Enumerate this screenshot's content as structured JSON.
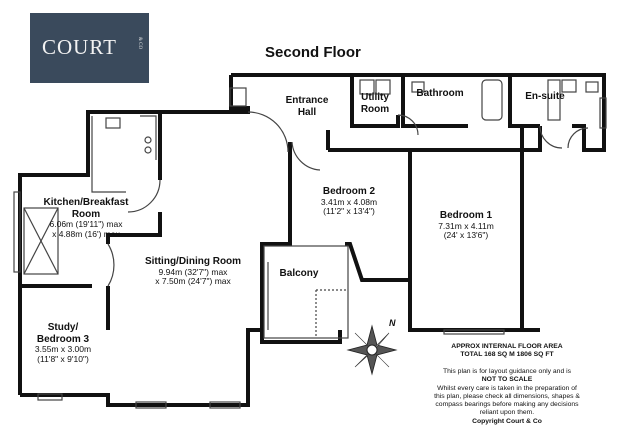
{
  "logo": {
    "text": "COURT",
    "sub": "& CO"
  },
  "floor_title": "Second Floor",
  "rooms": {
    "kitchen": {
      "name": "Kitchen/Breakfast Room",
      "dim1": "6.06m (19'11\") max",
      "dim2": "x 4.88m (16') max"
    },
    "sitting": {
      "name": "Sitting/Dining Room",
      "dim1": "9.94m (32'7\") max",
      "dim2": "x 7.50m (24'7\") max"
    },
    "study": {
      "name": "Study/ Bedroom 3",
      "dim1": "3.55m x 3.00m",
      "dim2": "(11'8\" x 9'10\")"
    },
    "entrance": {
      "name": "Entrance Hall"
    },
    "utility": {
      "name": "Utility Room"
    },
    "bathroom": {
      "name": "Bathroom"
    },
    "ensuite": {
      "name": "En-suite"
    },
    "bedroom2": {
      "name": "Bedroom 2",
      "dim1": "3.41m x 4.08m",
      "dim2": "(11'2\" x 13'4\")"
    },
    "bedroom1": {
      "name": "Bedroom 1",
      "dim1": "7.31m x 4.11m",
      "dim2": "(24' x 13'6\")"
    },
    "balcony": {
      "name": "Balcony"
    }
  },
  "area": {
    "line1": "APPROX INTERNAL FLOOR AREA",
    "line2": "TOTAL 168 SQ M 1806 SQ FT"
  },
  "disclaimer": {
    "line1": "This plan is for layout guidance only and is",
    "line2": "NOT TO SCALE",
    "line3": "Whilst every care is taken in the preparation of",
    "line4": "this plan, please check all dimensions, shapes &",
    "line5": "compass bearings before making any decisions",
    "line6": "reliant upon them.",
    "line7": "Copyright Court & Co"
  },
  "compass": {
    "label": "N"
  },
  "colors": {
    "logo_bg": "#3a4a5c",
    "wall": "#111111"
  }
}
